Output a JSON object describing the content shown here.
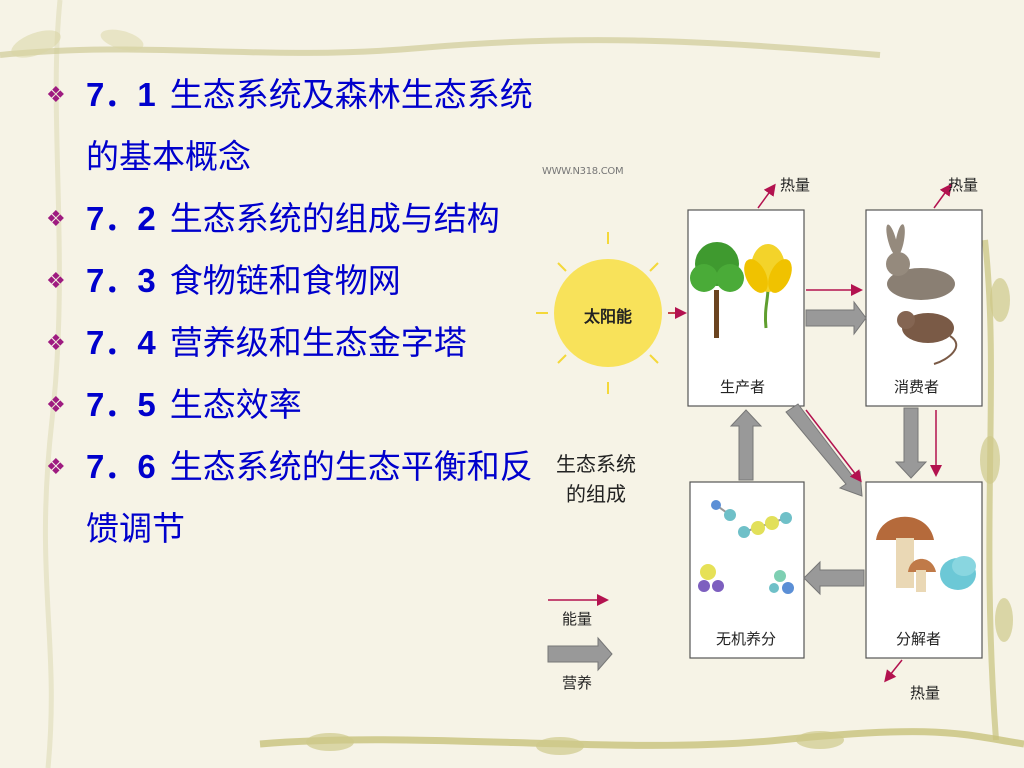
{
  "bullets": [
    {
      "num": "7．1",
      "text": "生态系统及森林生态系统的基本概念"
    },
    {
      "num": "7．2",
      "text": "生态系统的组成与结构"
    },
    {
      "num": "7．3",
      "text": "食物链和食物网"
    },
    {
      "num": "7．4",
      "text": "营养级和生态金字塔"
    },
    {
      "num": "7．5",
      "text": "生态效率"
    },
    {
      "num": "7．6",
      "text": "生态系统的生态平衡和反馈调节"
    }
  ],
  "diagram": {
    "watermark": "WWW.N318.COM",
    "sun_label": "太阳能",
    "caption_line1": "生态系统",
    "caption_line2": "的组成",
    "producer": "生产者",
    "consumer": "消费者",
    "nutrients": "无机养分",
    "decomposer": "分解者",
    "heat_1": "热量",
    "heat_2": "热量",
    "heat_3": "热量",
    "legend_energy": "能量",
    "legend_nutrition": "营养"
  },
  "colors": {
    "text_blue": "#0000cc",
    "bullet_purple": "#9e1b80",
    "energy_arrow": "#b3124f",
    "nutrient_arrow": "#8f8f8f",
    "sun": "#f8e25a"
  }
}
